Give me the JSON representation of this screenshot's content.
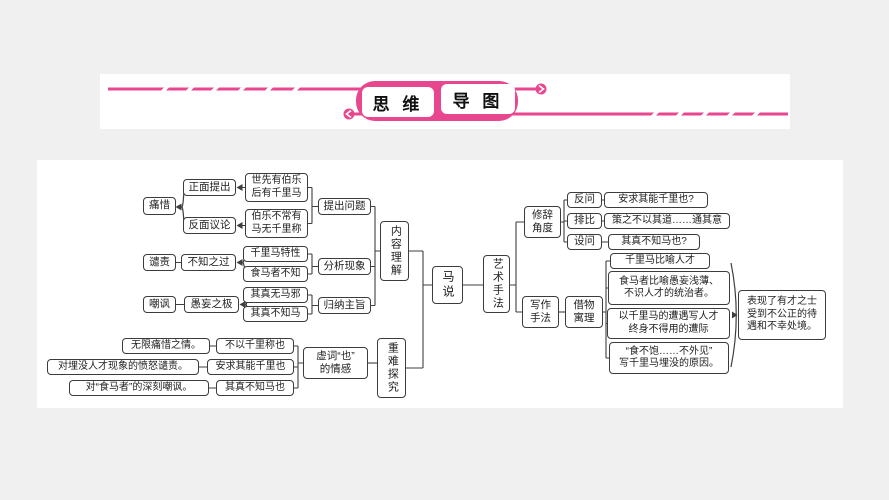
{
  "header": {
    "left_title": "思 维",
    "right_title": "导 图"
  },
  "colors": {
    "accent": "#e8478f",
    "line": "#3f3f3f"
  },
  "mindmap": {
    "root": "马说",
    "content": {
      "label": "内容理解",
      "groups": [
        {
          "emotion": "痛惜",
          "comments": [
            "正面提出",
            "反面议论"
          ],
          "quotes": [
            "世先有伯乐\n后有千里马",
            "伯乐不常有\n马无千里称"
          ],
          "stage": "提出问题"
        },
        {
          "emotion": "谴责",
          "comments": [
            "不知之过"
          ],
          "quotes": [
            "千里马特性",
            "食马者不知"
          ],
          "stage": "分析现象"
        },
        {
          "emotion": "嘲讽",
          "comments": [
            "愚妄之极"
          ],
          "quotes": [
            "其真无马邪",
            "其真不知马"
          ],
          "stage": "归纳主旨"
        }
      ]
    },
    "key_points": {
      "label": "重难探究",
      "topic": "虚词“也”\n的情感",
      "pairs": [
        {
          "meaning": "无限痛惜之情。",
          "quote": "不以千里称也"
        },
        {
          "meaning": "对埋没人才现象的愤怒谴责。",
          "quote": "安求其能千里也"
        },
        {
          "meaning": "对“食马者”的深刻嘲讽。",
          "quote": "其真不知马也"
        }
      ]
    },
    "art": {
      "label": "艺术手法",
      "rhetoric": {
        "label": "修辞\n角度",
        "items": [
          {
            "name": "反问",
            "example": "安求其能千里也?"
          },
          {
            "name": "排比",
            "example": "策之不以其道……通其意"
          },
          {
            "name": "设问",
            "example": "其真不知马也?"
          }
        ]
      },
      "writing": {
        "label": "写作\n手法",
        "device": "借物\n寓理",
        "points": [
          "千里马比喻人才",
          "食马者比喻愚妄浅薄、\n不识人才的统治者。",
          "以千里马的遭遇写人才\n终身不得用的遭际",
          "“食不饱……不外见”\n写千里马埋没的原因。"
        ],
        "conclusion": "表现了有才之士\n受到不公正的待\n遇和不幸处境。"
      }
    }
  }
}
